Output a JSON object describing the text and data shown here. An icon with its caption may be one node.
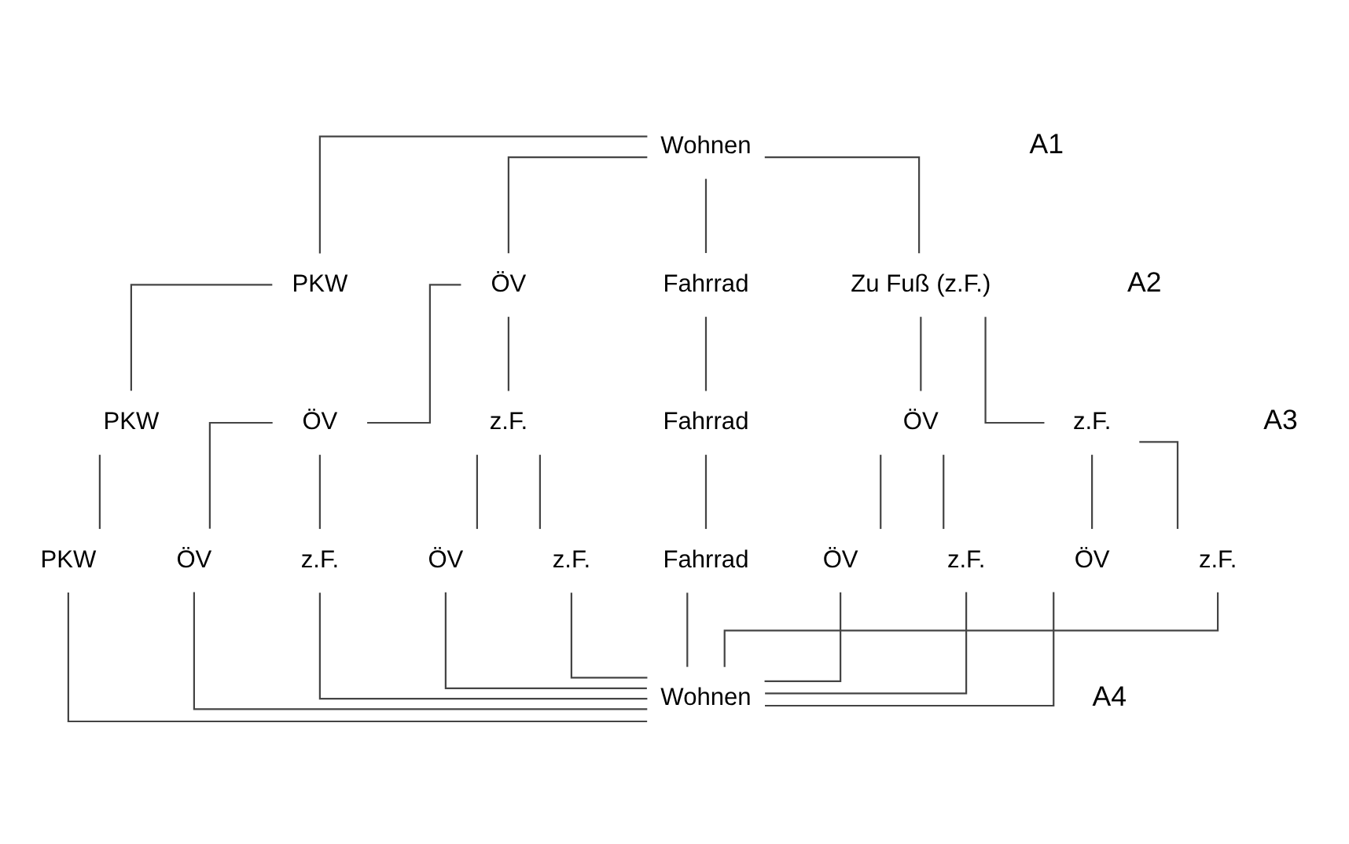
{
  "diagram": {
    "nodes": [
      {
        "text": [
          "Wohnen"
        ]
      },
      {
        "text": [
          "PKW"
        ]
      },
      {
        "text": [
          "ÖV"
        ]
      },
      {
        "text": [
          "Fahrrad"
        ]
      },
      {
        "text": [
          "Zu Fuß (z.F.)"
        ]
      },
      {
        "text": [
          "PKW"
        ]
      },
      {
        "text": [
          "ÖV"
        ]
      },
      {
        "text": [
          "z.F."
        ]
      },
      {
        "text": [
          "Fahrrad"
        ]
      },
      {
        "text": [
          "ÖV"
        ]
      },
      {
        "text": [
          "z.F."
        ]
      },
      {
        "text": [
          "PKW"
        ]
      },
      {
        "text": [
          "ÖV"
        ]
      },
      {
        "text": [
          "z.F."
        ]
      },
      {
        "text": [
          "ÖV"
        ]
      },
      {
        "text": [
          "z.F."
        ]
      },
      {
        "text": [
          "Fahrrad"
        ]
      },
      {
        "text": [
          "ÖV"
        ]
      },
      {
        "text": [
          "z.F."
        ]
      },
      {
        "text": [
          "ÖV"
        ]
      },
      {
        "text": [
          "z.F."
        ]
      },
      {
        "text": [
          "Wohnen"
        ]
      }
    ],
    "edges": [
      {
        "from": 0,
        "to": 1,
        "arrow": "none"
      },
      {
        "from": 0,
        "to": 2,
        "arrow": "none"
      },
      {
        "from": 0,
        "to": 3,
        "arrow": "none"
      },
      {
        "from": 0,
        "to": 4,
        "arrow": "none"
      },
      {
        "from": 1,
        "to": 5,
        "arrow": "none"
      },
      {
        "from": 2,
        "to": 6,
        "arrow": "none"
      },
      {
        "from": 2,
        "to": 7,
        "arrow": "none"
      },
      {
        "from": 3,
        "to": 8,
        "arrow": "none"
      },
      {
        "from": 4,
        "to": 9,
        "arrow": "none"
      },
      {
        "from": 4,
        "to": 10,
        "arrow": "none"
      },
      {
        "from": 5,
        "to": 11,
        "arrow": "none"
      },
      {
        "from": 6,
        "to": 12,
        "arrow": "none"
      },
      {
        "from": 6,
        "to": 13,
        "arrow": "none"
      },
      {
        "from": 7,
        "to": 14,
        "arrow": "none"
      },
      {
        "from": 7,
        "to": 15,
        "arrow": "none"
      },
      {
        "from": 8,
        "to": 16,
        "arrow": "none"
      },
      {
        "from": 9,
        "to": 17,
        "arrow": "none"
      },
      {
        "from": 9,
        "to": 18,
        "arrow": "none"
      },
      {
        "from": 10,
        "to": 19,
        "arrow": "none"
      },
      {
        "from": 10,
        "to": 20,
        "arrow": "none"
      },
      {
        "from": 11,
        "to": 21,
        "arrow": "none"
      },
      {
        "from": 12,
        "to": 21,
        "arrow": "none"
      },
      {
        "from": 13,
        "to": 21,
        "arrow": "none"
      },
      {
        "from": 14,
        "to": 21,
        "arrow": "none"
      },
      {
        "from": 15,
        "to": 21,
        "arrow": "none"
      },
      {
        "from": 16,
        "to": 21,
        "arrow": "none"
      },
      {
        "from": 17,
        "to": 21,
        "arrow": "none"
      },
      {
        "from": 18,
        "to": 21,
        "arrow": "none"
      },
      {
        "from": 19,
        "to": 21,
        "arrow": "none"
      },
      {
        "from": 20,
        "to": 21,
        "arrow": "none"
      }
    ],
    "labels": [
      "A1",
      "A2",
      "A3",
      "A4"
    ]
  }
}
